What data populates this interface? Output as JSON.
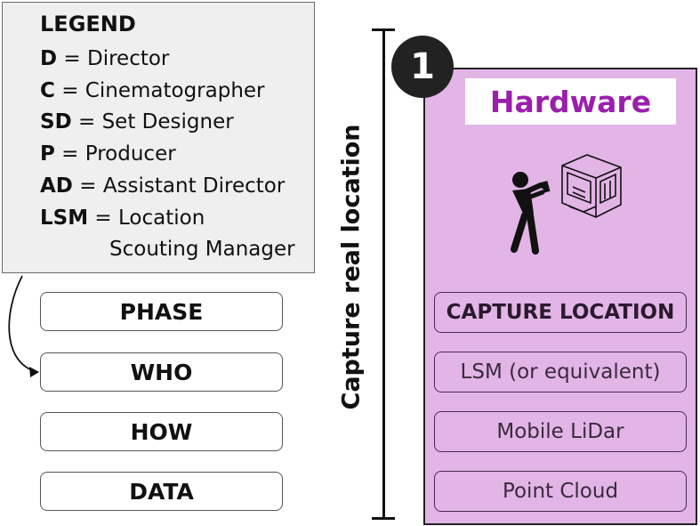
{
  "legend": {
    "title": "LEGEND",
    "items": [
      {
        "abbr": "D",
        "sep": " = ",
        "text": "Director"
      },
      {
        "abbr": "C",
        "sep": " = ",
        "text": "Cinematographer"
      },
      {
        "abbr": "SD",
        "sep": " = ",
        "text": "Set Designer"
      },
      {
        "abbr": "P",
        "sep": " = ",
        "text": "Producer"
      },
      {
        "abbr": "AD",
        "sep": " = ",
        "text": "Assistant Director"
      },
      {
        "abbr": "LSM",
        "sep": " = ",
        "text": "Location"
      }
    ],
    "continuation": "Scouting Manager"
  },
  "rows": [
    "PHASE",
    "WHO",
    "HOW",
    "DATA"
  ],
  "vertical_label": "Capture real location",
  "stage": {
    "number": "1",
    "title": "Hardware",
    "title_color": "#9a1fad",
    "panel_color": "#e2b5e6",
    "illustration_icons": [
      "person-scanning-with-phone-icon",
      "room-3d-scan-icon"
    ],
    "phase": "CAPTURE LOCATION",
    "who": "LSM (or equivalent)",
    "how": "Mobile LiDar",
    "data": "Point Cloud"
  }
}
